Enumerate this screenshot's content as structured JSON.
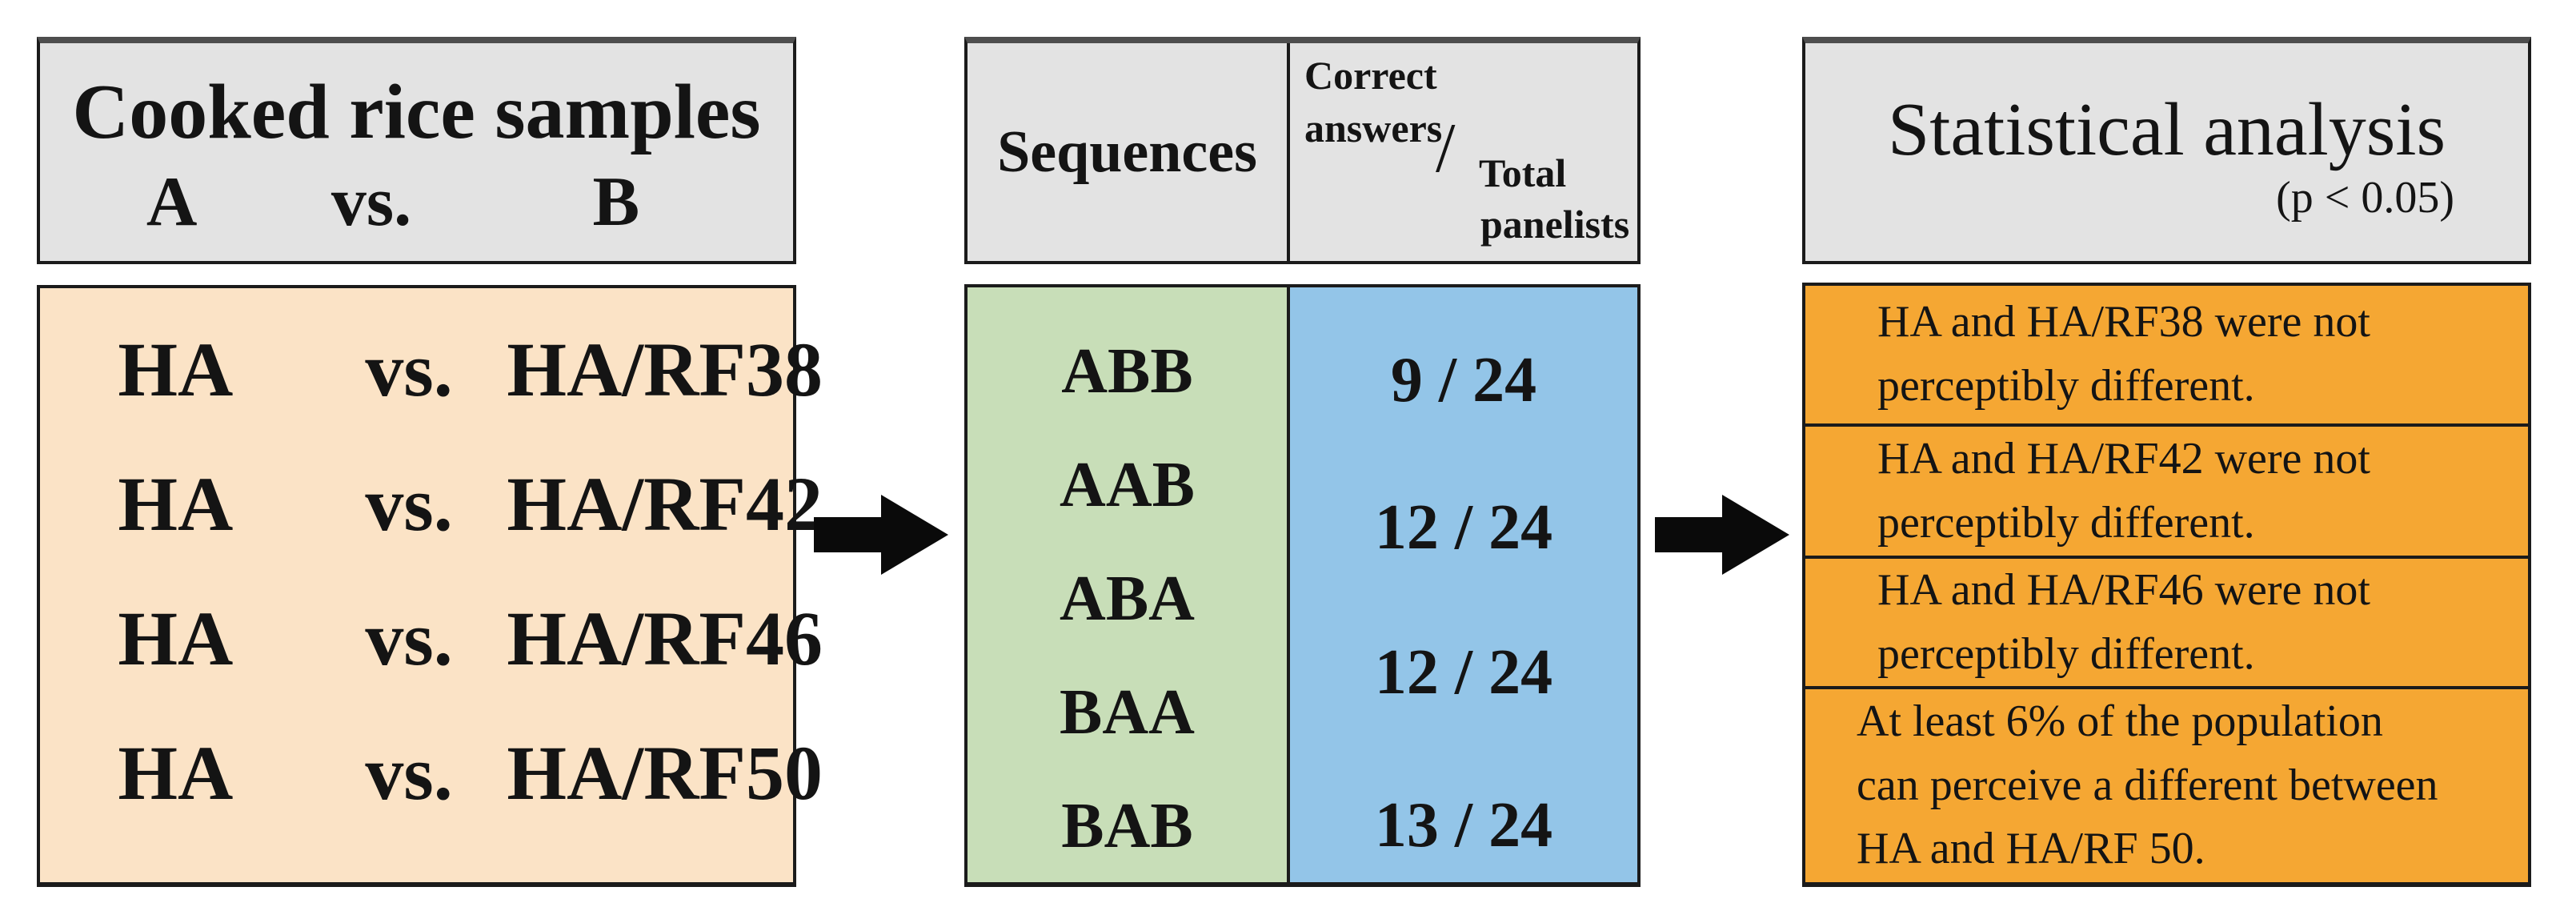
{
  "colors": {
    "header_bg": "#e3e3e3",
    "header_top_border": "#4e4e4e",
    "border": "#1b1b1b",
    "samples_bg": "#fbe3c6",
    "sequences_bg": "#c8deb8",
    "results_bg": "#93c5e8",
    "analysis_bg": "#f5a733",
    "arrow": "#0a0a0a",
    "text": "#141414"
  },
  "left_panel": {
    "header": {
      "title": "Cooked rice samples",
      "col_a": "A",
      "col_vs": "vs.",
      "col_b": "B"
    },
    "rows": [
      {
        "a": "HA",
        "vs": "vs.",
        "b": "HA/RF38"
      },
      {
        "a": "HA",
        "vs": "vs.",
        "b": "HA/RF42"
      },
      {
        "a": "HA",
        "vs": "vs.",
        "b": "HA/RF46"
      },
      {
        "a": "HA",
        "vs": "vs.",
        "b": "HA/RF50"
      }
    ]
  },
  "middle_panel": {
    "header": {
      "sequences_label": "Sequences",
      "fraction": {
        "numerator_line1": "Correct",
        "numerator_line2": "answers",
        "slash": "/",
        "denominator_line1": "Total",
        "denominator_line2": "panelists"
      }
    },
    "sequences": [
      "ABB",
      "AAB",
      "ABA",
      "BAA",
      "BAB"
    ],
    "results": [
      "9 / 24",
      "12 / 24",
      "12 / 24",
      "13 / 24"
    ]
  },
  "right_panel": {
    "header": {
      "title": "Statistical analysis",
      "subtitle": "(p < 0.05)"
    },
    "rows": [
      {
        "line1": "HA and HA/RF38 were not",
        "line2": "perceptibly different."
      },
      {
        "line1": "HA and HA/RF42 were not",
        "line2": "perceptibly different."
      },
      {
        "line1": "HA and HA/RF46 were not",
        "line2": "perceptibly different."
      },
      {
        "line1": "At least 6% of the population",
        "line2": "can perceive a different between",
        "line3": "HA and HA/RF 50."
      }
    ]
  },
  "arrows": {
    "icon": "right-block-arrow"
  }
}
